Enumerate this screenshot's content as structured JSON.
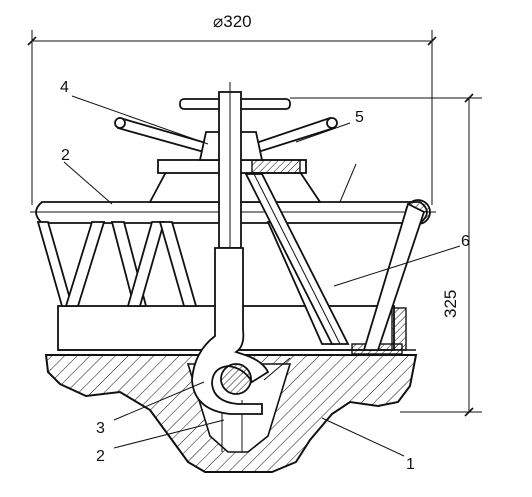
{
  "dimensions": {
    "diameter": "⌀320",
    "height": "325"
  },
  "labels": {
    "l1": "1",
    "l2a": "2",
    "l2b": "2",
    "l3": "3",
    "l4": "4",
    "l5": "5",
    "l6": "6"
  }
}
